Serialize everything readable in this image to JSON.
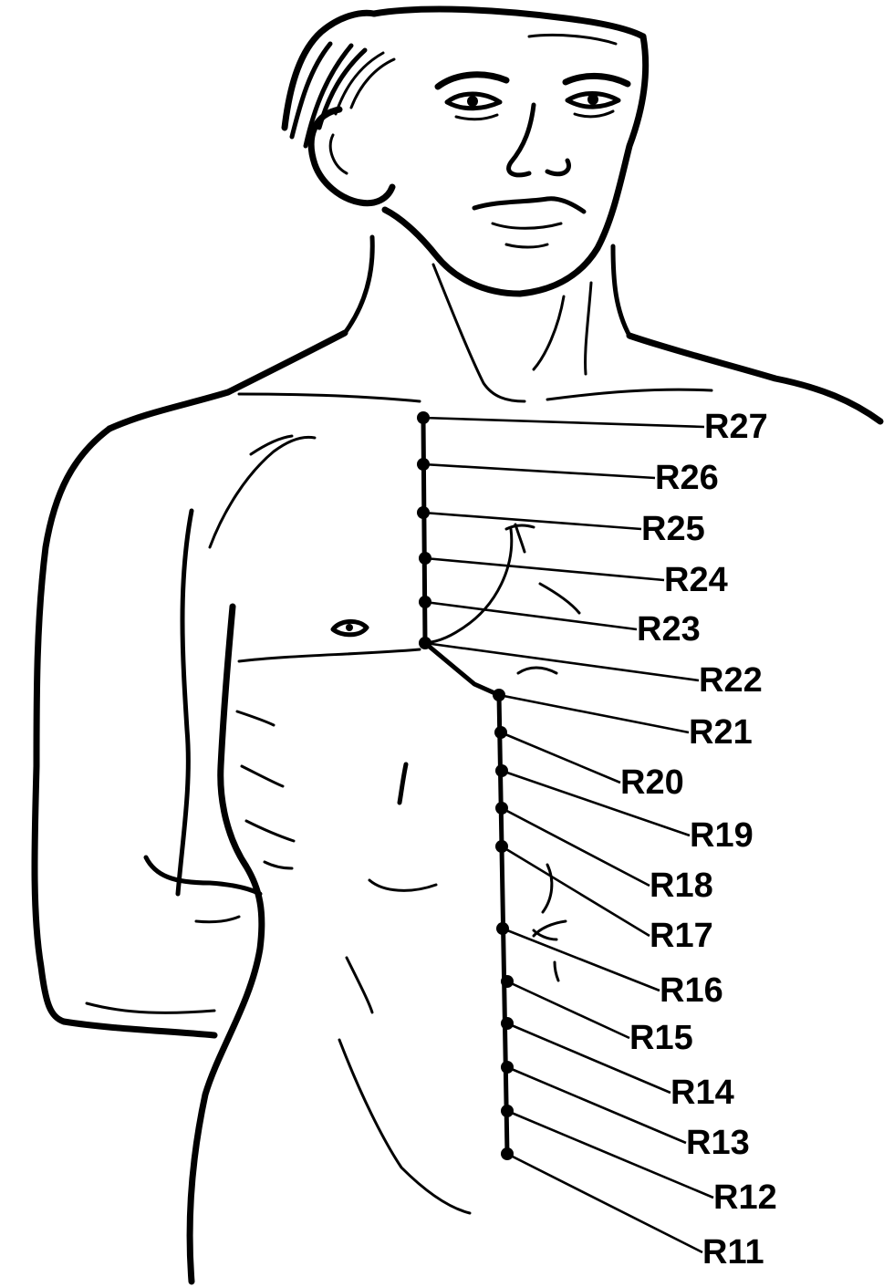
{
  "points": [
    {
      "id": "R27",
      "label": "R27"
    },
    {
      "id": "R26",
      "label": "R26"
    },
    {
      "id": "R25",
      "label": "R25"
    },
    {
      "id": "R24",
      "label": "R24"
    },
    {
      "id": "R23",
      "label": "R23"
    },
    {
      "id": "R22",
      "label": "R22"
    },
    {
      "id": "R21",
      "label": "R21"
    },
    {
      "id": "R20",
      "label": "R20"
    },
    {
      "id": "R19",
      "label": "R19"
    },
    {
      "id": "R18",
      "label": "R18"
    },
    {
      "id": "R17",
      "label": "R17"
    },
    {
      "id": "R16",
      "label": "R16"
    },
    {
      "id": "R15",
      "label": "R15"
    },
    {
      "id": "R14",
      "label": "R14"
    },
    {
      "id": "R13",
      "label": "R13"
    },
    {
      "id": "R12",
      "label": "R12"
    },
    {
      "id": "R11",
      "label": "R11"
    }
  ]
}
